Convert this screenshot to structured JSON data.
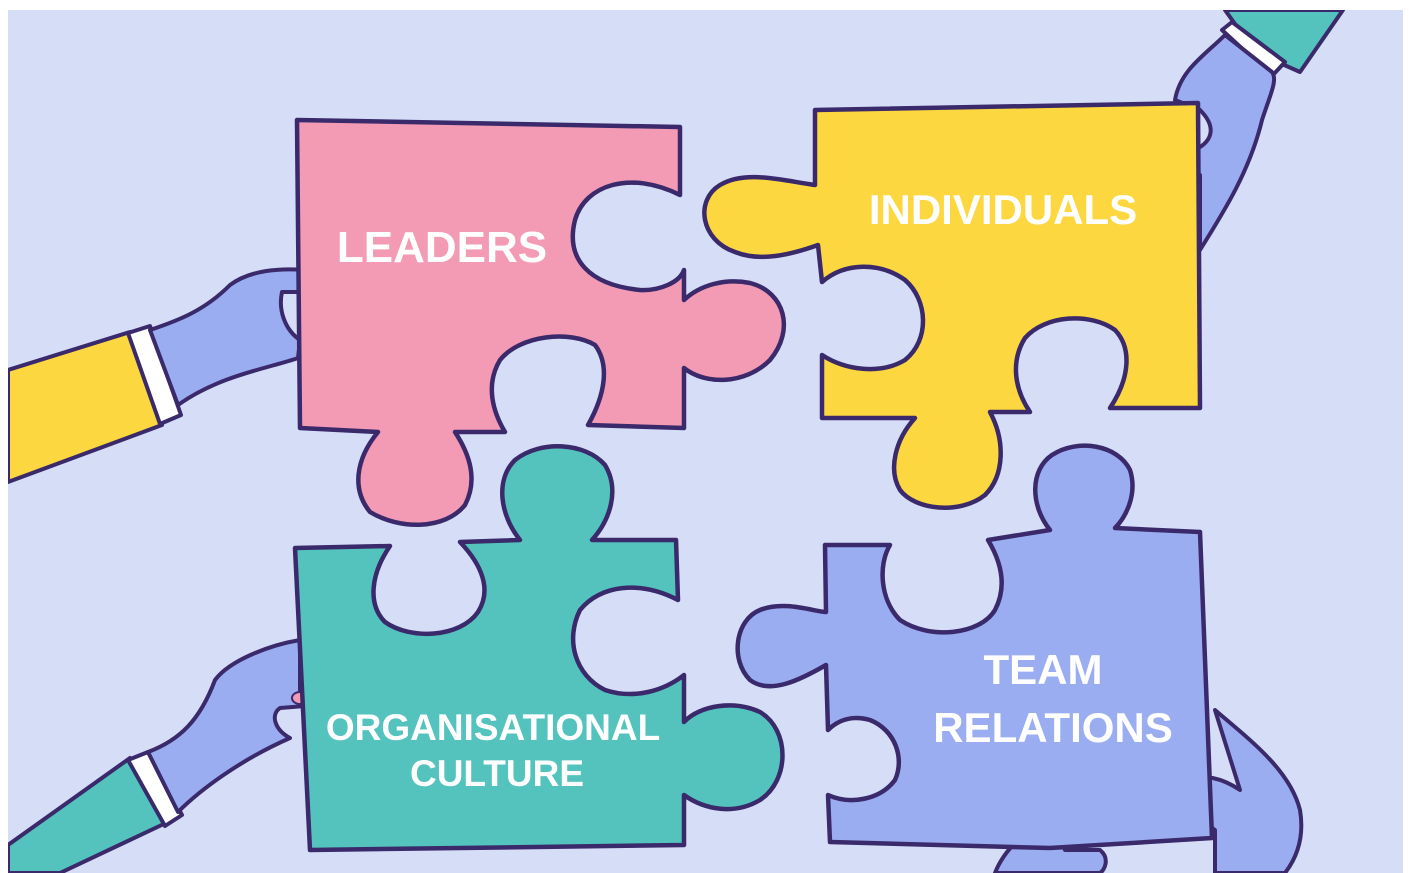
{
  "pieces": {
    "leaders": {
      "label": "LEADERS",
      "color": "#f39ab4"
    },
    "individuals": {
      "label": "INDIVIDUALS",
      "color": "#fdd73f"
    },
    "culture": {
      "line1": "ORGANISATIONAL",
      "line2": "CULTURE",
      "color": "#55c3bd"
    },
    "team": {
      "line1": "TEAM",
      "line2": "RELATIONS",
      "color": "#9badf1"
    }
  },
  "colors": {
    "background": "#d6ddf7",
    "outline": "#3a2a6b",
    "hand": "#9badf1",
    "sleeve_yellow": "#fdd73f",
    "sleeve_teal": "#55c3bd",
    "cuff": "#ffffff",
    "nail": "#f39ab4"
  }
}
